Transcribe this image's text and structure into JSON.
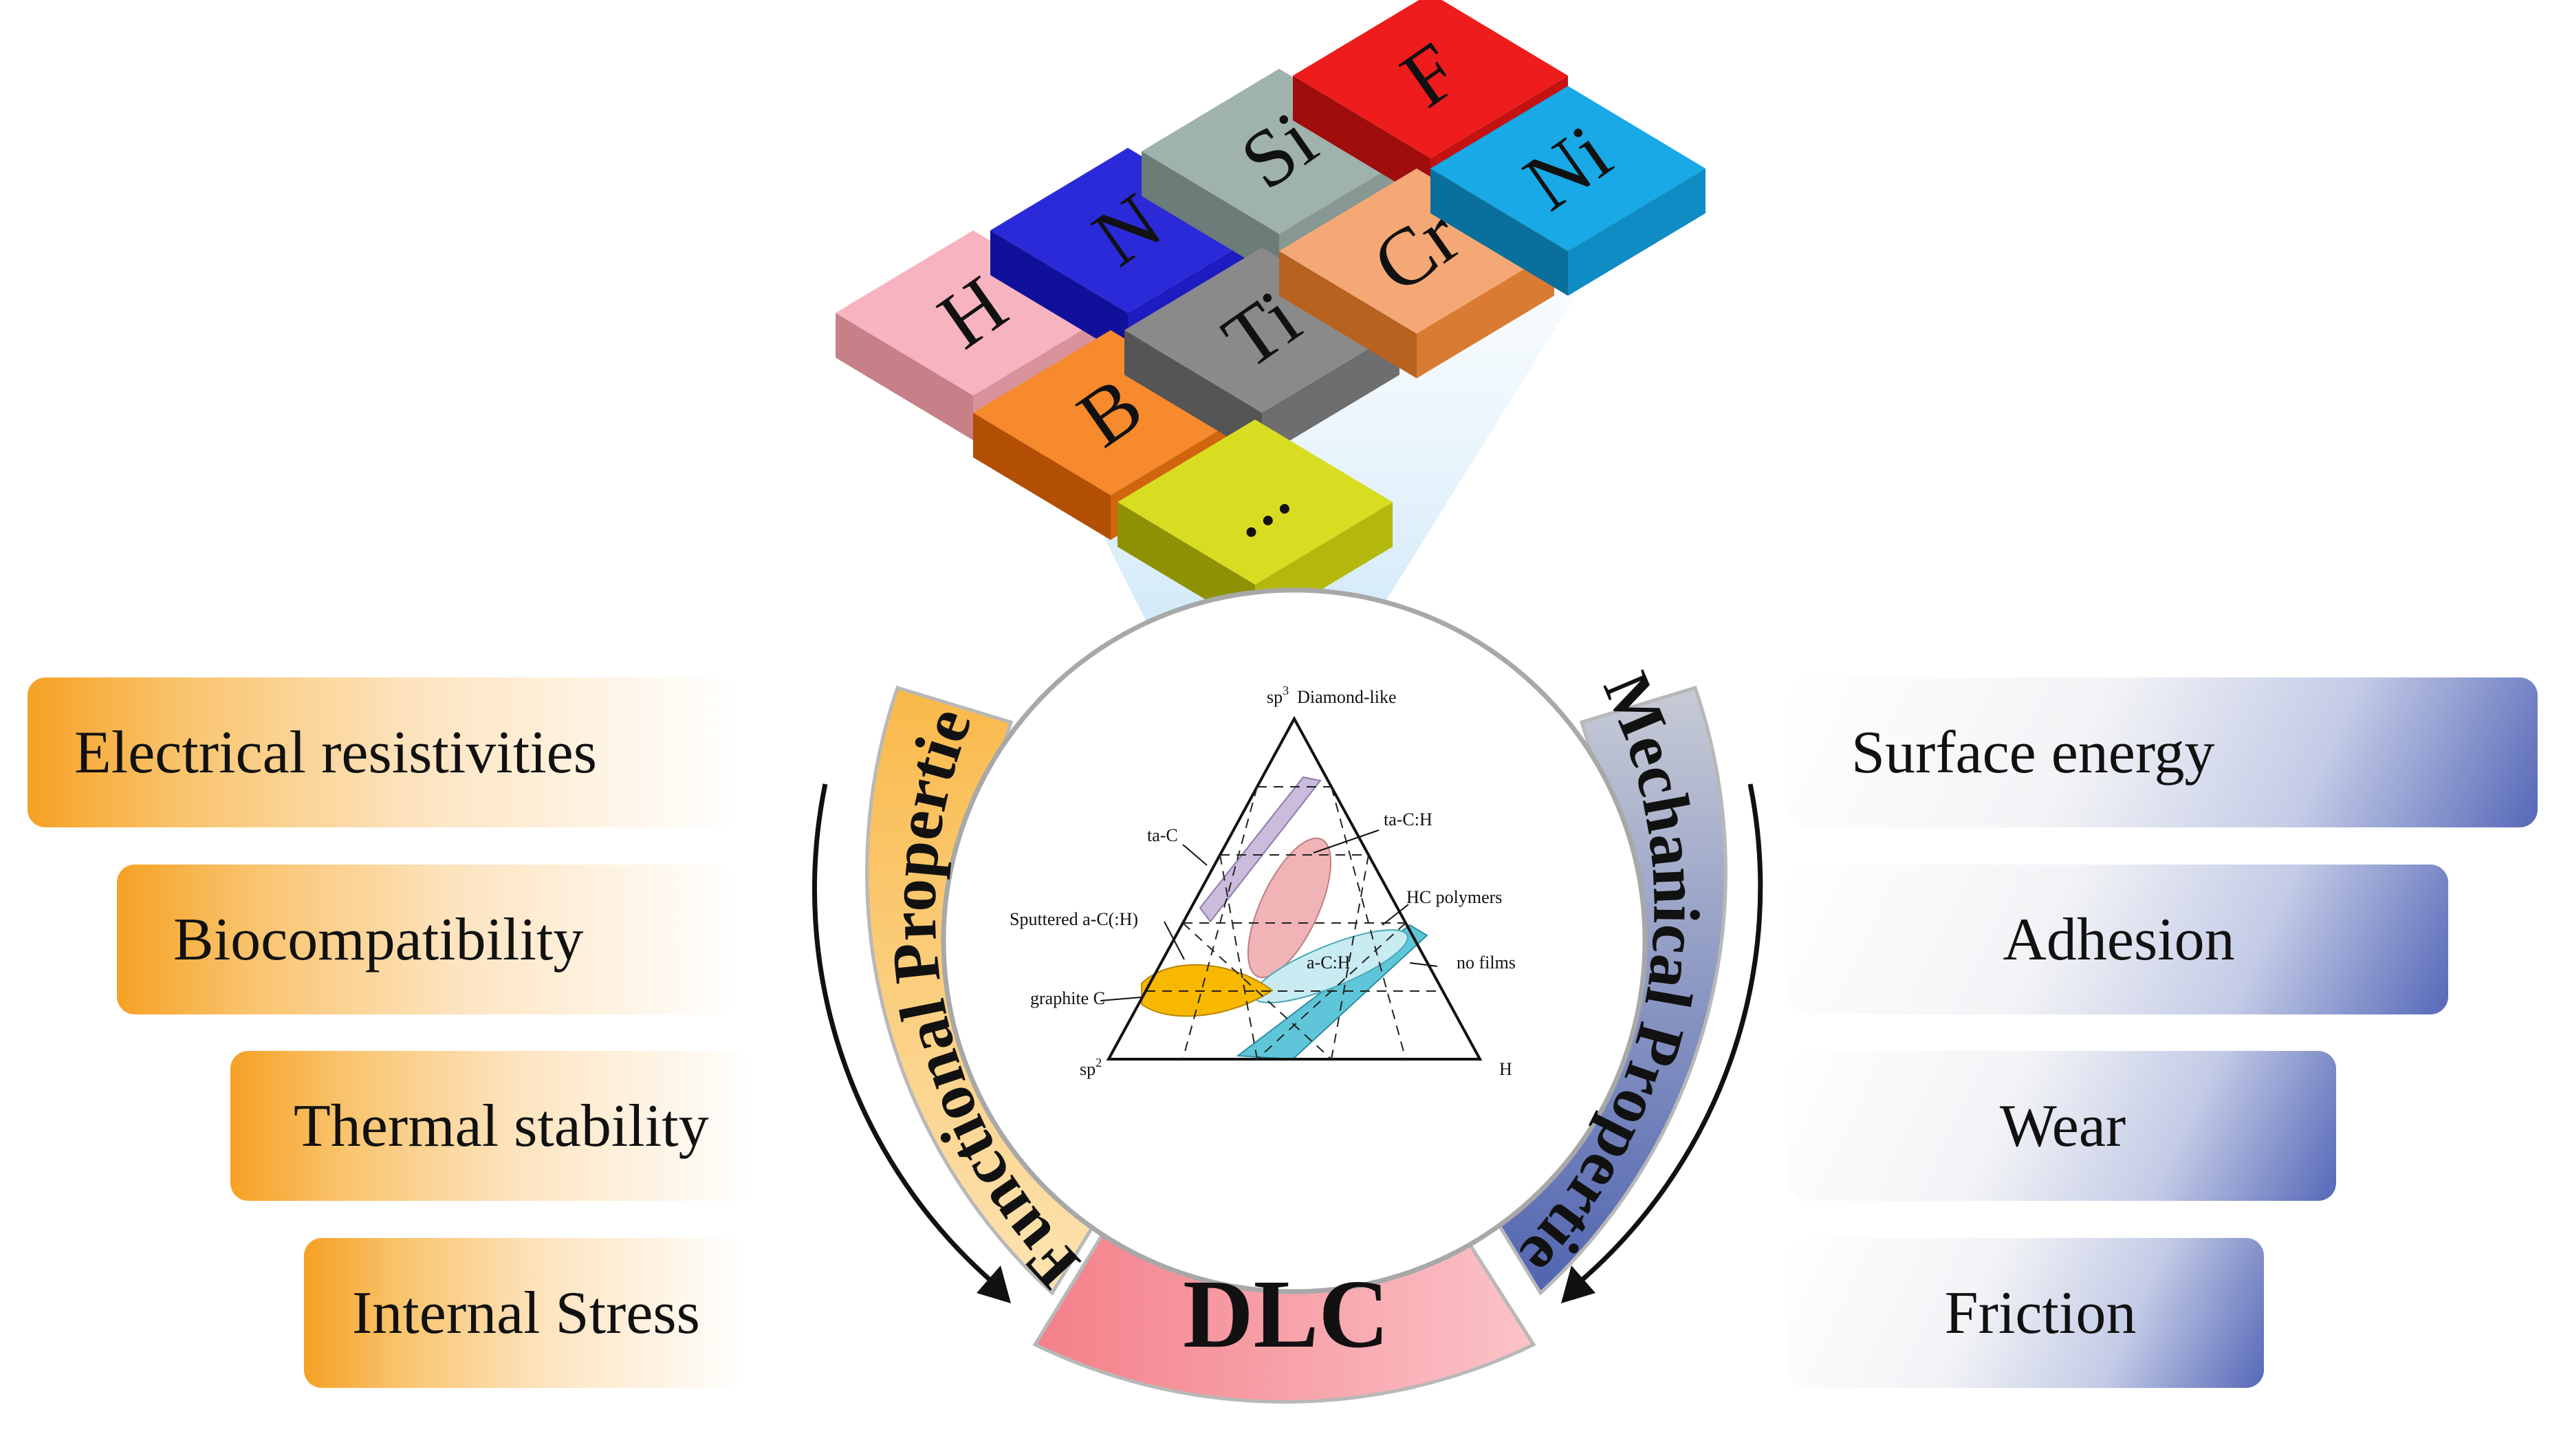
{
  "elements": [
    {
      "symbol": "H",
      "top": "#f7b3c0",
      "left": "#c78088",
      "front": "#d8929b",
      "text_rotate": -35
    },
    {
      "symbol": "N",
      "top": "#2a2ad8",
      "left": "#10109a",
      "front": "#1c1cc0",
      "text_rotate": -35
    },
    {
      "symbol": "Si",
      "top": "#9fb2ad",
      "left": "#6c7c78",
      "front": "#889893",
      "text_rotate": -35
    },
    {
      "symbol": "F",
      "top": "#ee1c1c",
      "left": "#a00d0d",
      "front": "#c41212",
      "text_rotate": -35
    },
    {
      "symbol": "B",
      "top": "#f68a2c",
      "left": "#b34f05",
      "front": "#d0650e",
      "text_rotate": -35
    },
    {
      "symbol": "Ti",
      "top": "#8a8a8a",
      "left": "#555555",
      "front": "#6e6e6e",
      "text_rotate": -35
    },
    {
      "symbol": "Cr",
      "top": "#f4a876",
      "left": "#b8621f",
      "front": "#d97b32",
      "text_rotate": -35
    },
    {
      "symbol": "Ni",
      "top": "#18a9e6",
      "left": "#0a6f9c",
      "front": "#0f8cc4",
      "text_rotate": -35
    },
    {
      "symbol": "...",
      "top": "#d9dd22",
      "left": "#8f9105",
      "front": "#b4b80c",
      "text_rotate": -35
    }
  ],
  "functional": {
    "title": "Functional Properties",
    "items": [
      "Electrical resistivities",
      "Biocompatibility",
      "Thermal stability",
      "Internal Stress"
    ],
    "color": "#f9c15c"
  },
  "mechanical": {
    "title": "Mechanical Properties",
    "items": [
      "Surface energy",
      "Adhesion",
      "Wear",
      "Friction"
    ],
    "color": "#5b6db8"
  },
  "center": {
    "label": "DLC",
    "color": "#f58b93"
  },
  "ternary": {
    "top_label": "sp",
    "top_sup": "3",
    "top_suffix": "Diamond-like",
    "left_label": "sp",
    "left_sup": "2",
    "right_label": "H",
    "regions": {
      "ta_c": "ta-C",
      "ta_ch": "ta-C:H",
      "hc_polymers": "HC polymers",
      "no_films": "no films",
      "sputtered": "Sputtered a-C(:H)",
      "graphite": "graphite C",
      "ach": "a-C:H"
    },
    "region_colors": {
      "ta_c": "#cbbcdc",
      "ta_ch": "#f0b3b6",
      "ach": "#c9ecf2",
      "polymers": "#5ec6d8",
      "graphite": "#f8b800"
    }
  }
}
